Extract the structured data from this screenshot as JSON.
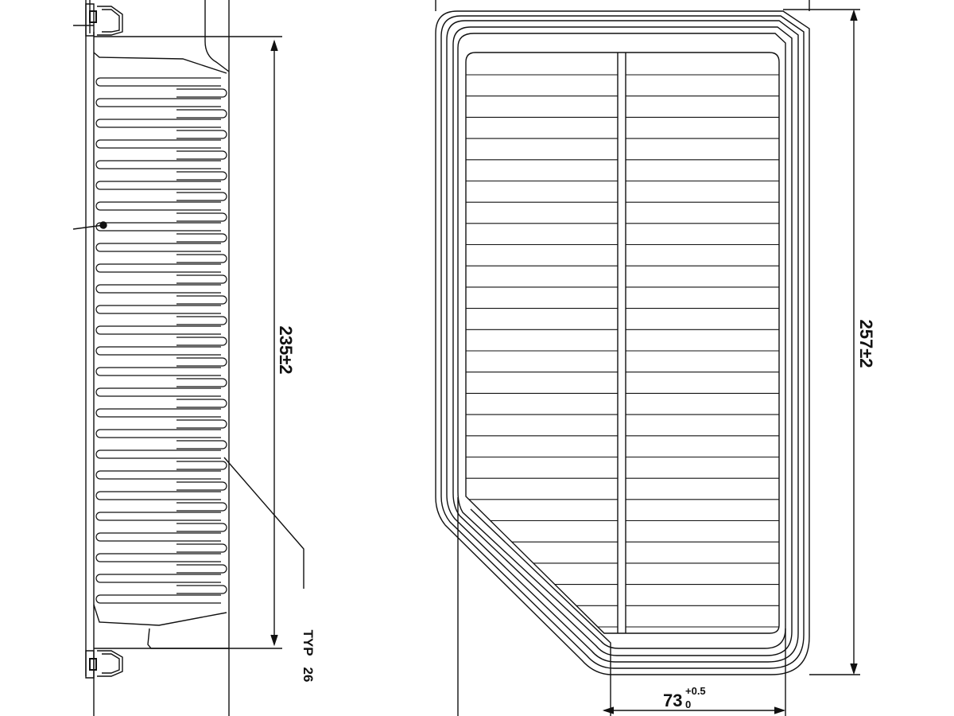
{
  "side_view": {
    "height_dimension": "235±2",
    "pleat_callout_line1": "TYP",
    "pleat_callout_line2": "26",
    "pleat_count": 26
  },
  "front_view": {
    "height_dimension": "257±2",
    "width_dimension": "73",
    "width_tolerance_upper": "+0.5",
    "width_tolerance_lower": "0",
    "grille_bar_count": 27
  },
  "colors": {
    "line": "#111111",
    "background": "#ffffff"
  }
}
